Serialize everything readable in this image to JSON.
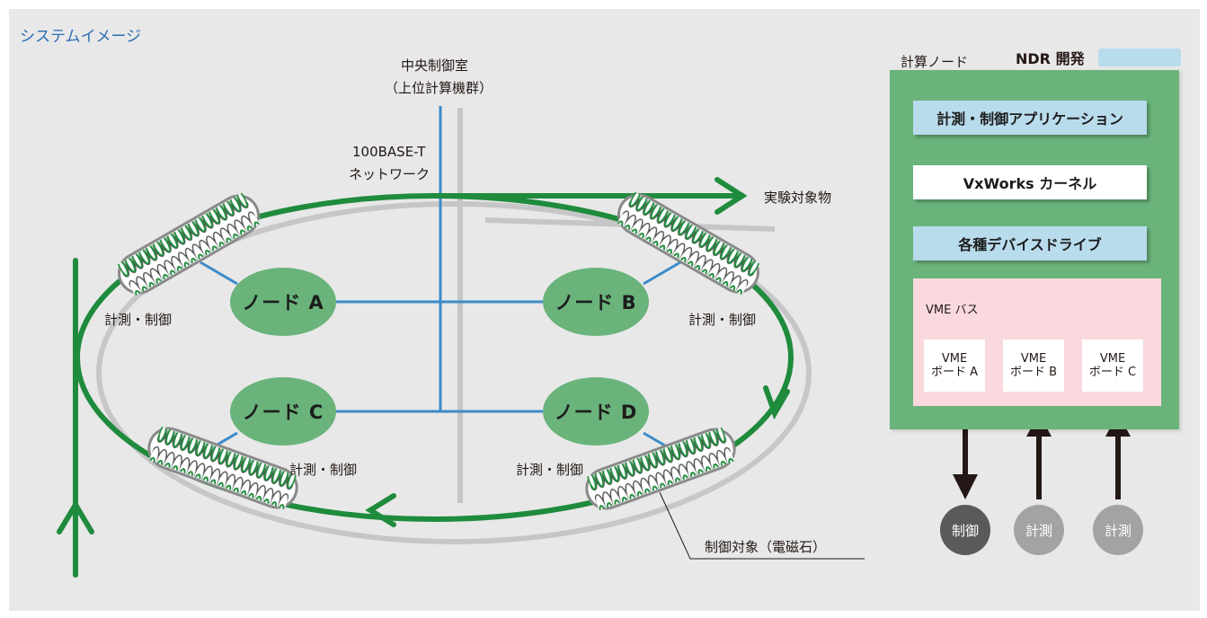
{
  "title": "システムイメージ",
  "central": {
    "line1": "中央制御室",
    "line2": "（上位計算機群）"
  },
  "network": {
    "line1": "100BASE-T",
    "line2": "ネットワーク"
  },
  "target_label": "実験対象物",
  "nodes": [
    "ノード A",
    "ノード B",
    "ノード C",
    "ノード D"
  ],
  "measure_control": "計測・制御",
  "controlled_object": "制御対象（電磁石）",
  "compute": {
    "title": "計算ノード",
    "legend": "NDR 開発",
    "layers": [
      "計測・制御アプリケーション",
      "VxWorks カーネル",
      "各種デバイスドライブ"
    ],
    "vme_bus": "VME バス",
    "boards": [
      {
        "line1": "VME",
        "line2": "ボード A"
      },
      {
        "line1": "VME",
        "line2": "ボード B"
      },
      {
        "line1": "VME",
        "line2": "ボード C"
      }
    ],
    "io": [
      "制御",
      "計測",
      "計測"
    ]
  },
  "colors": {
    "background": "#e8e8e8",
    "ring": "#1f8b3c",
    "network_line": "#3b8bc9",
    "node": "#6ab37b",
    "ndr_layer": "#b9dced",
    "vme_area": "#f9d9dd",
    "control_circle": "#5a5a5a",
    "measure_circle": "#a3a3a3"
  }
}
